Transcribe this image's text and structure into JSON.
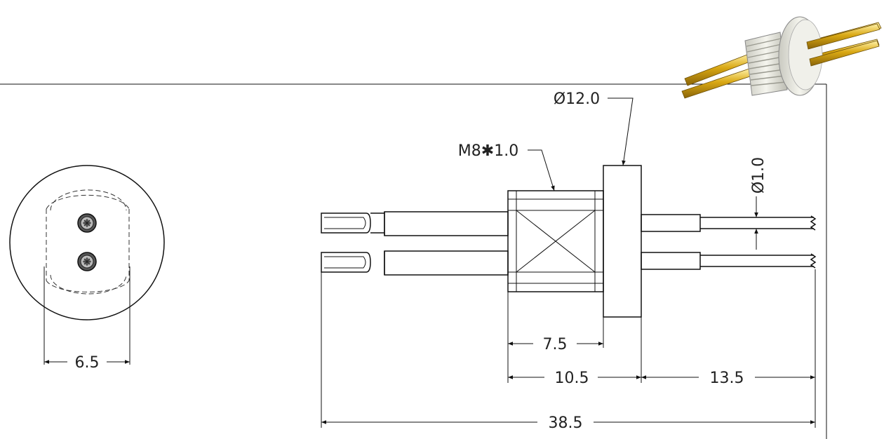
{
  "drawing": {
    "dimensions": {
      "pin_spacing": "6.5",
      "flange_diameter": "Ø12.0",
      "thread_spec": "M8✱1.0",
      "pin_diameter": "Ø1.0",
      "thread_length": "7.5",
      "body_length": "10.5",
      "pin_protrusion": "13.5",
      "overall_length": "38.5"
    },
    "colors": {
      "line": "#111111",
      "pin_gold": "#d4a20f",
      "body_white": "#e8e8e0"
    }
  }
}
